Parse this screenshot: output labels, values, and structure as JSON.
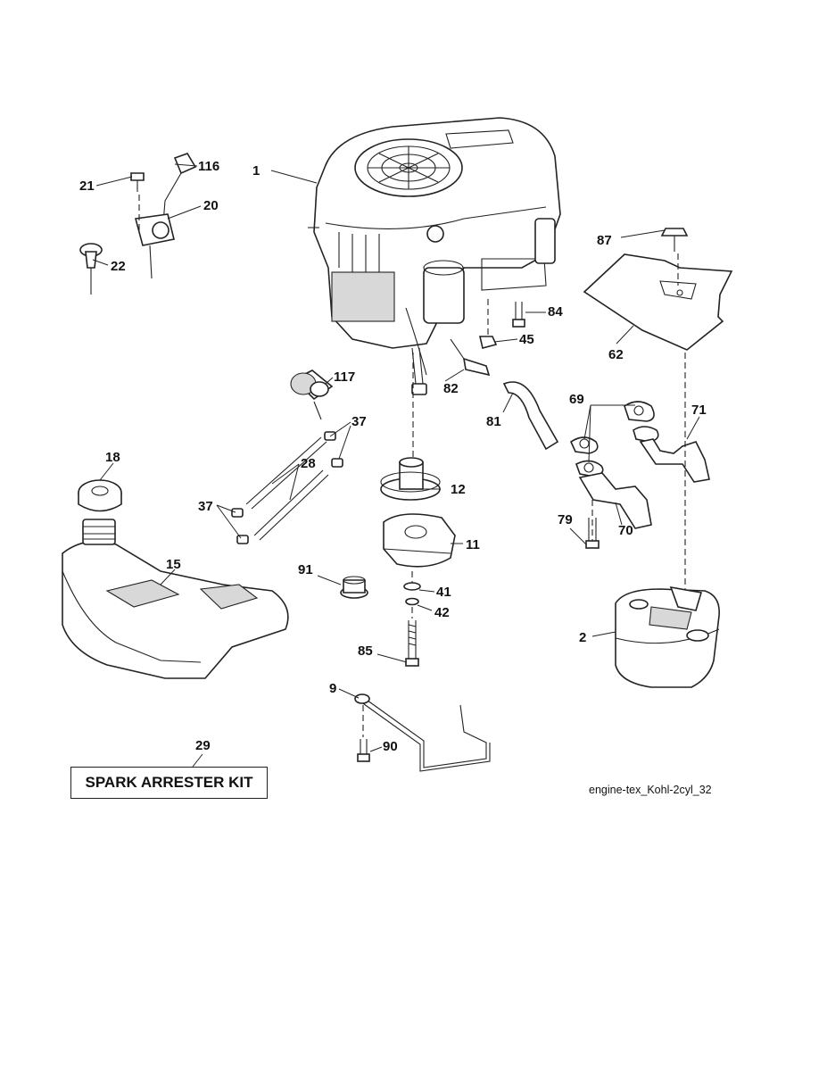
{
  "diagram": {
    "code": "engine-tex_Kohl-2cyl_32",
    "kit_label": "SPARK ARRESTER KIT",
    "callouts": {
      "c1": "1",
      "c2": "2",
      "c9": "9",
      "c11": "11",
      "c12": "12",
      "c15": "15",
      "c18": "18",
      "c20": "20",
      "c21": "21",
      "c22": "22",
      "c28": "28",
      "c29": "29",
      "c37a": "37",
      "c37b": "37",
      "c41": "41",
      "c42": "42",
      "c45": "45",
      "c62": "62",
      "c69": "69",
      "c70": "70",
      "c71": "71",
      "c79": "79",
      "c81": "81",
      "c82": "82",
      "c84": "84",
      "c85": "85",
      "c87": "87",
      "c90": "90",
      "c91": "91",
      "c116": "116",
      "c117": "117"
    }
  }
}
